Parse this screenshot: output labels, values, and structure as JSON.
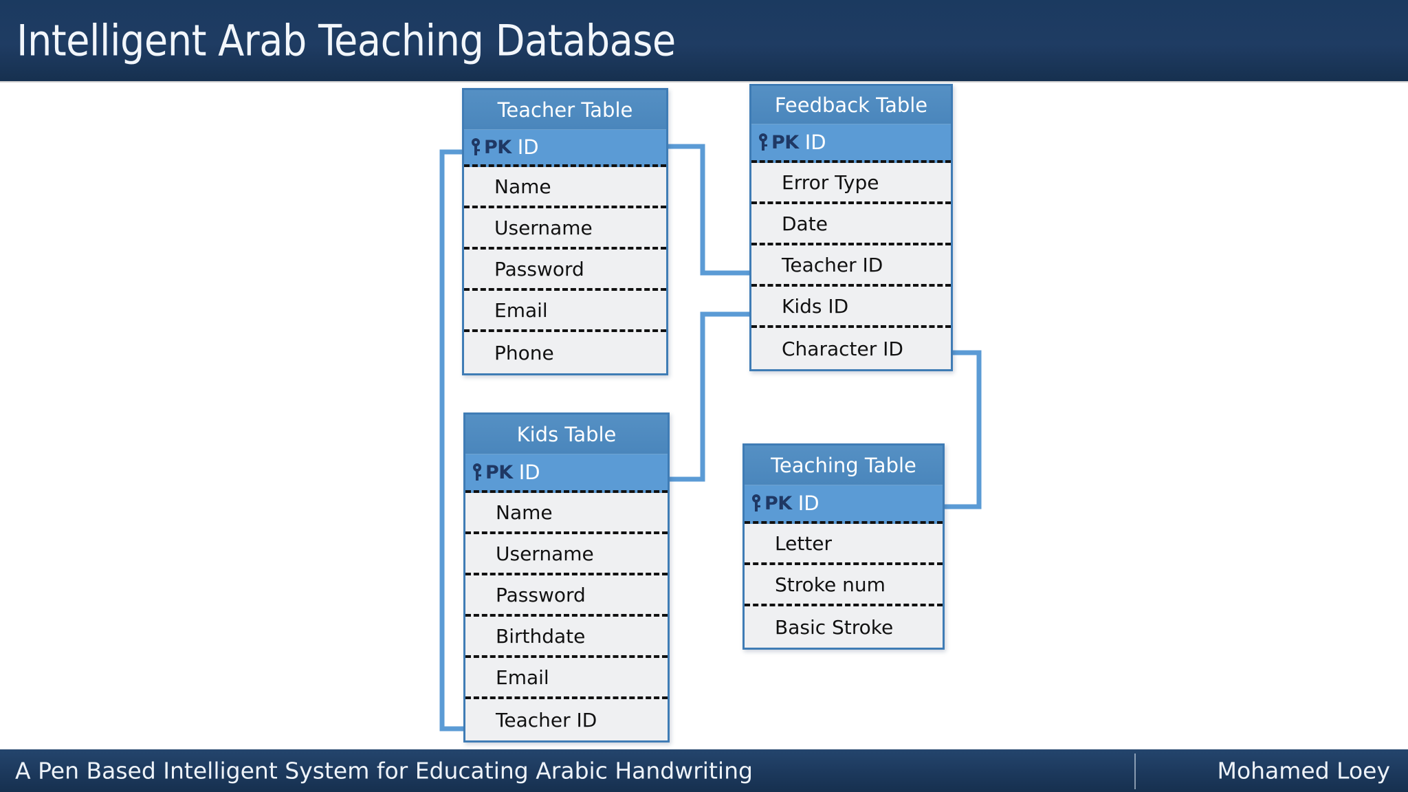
{
  "slide": {
    "title": "Intelligent Arab Teaching Database",
    "footer_left": "A Pen Based Intelligent System for Educating Arabic Handwriting",
    "footer_right": "Mohamed Loey"
  },
  "colors": {
    "title_bar": "#1f3c63",
    "footer_bar": "#1d3a5e",
    "entity_header": "#4a86bc",
    "entity_pk_row": "#5b9bd5",
    "entity_field": "#eff0f2",
    "entity_border": "#3f7cb5",
    "connector": "#5b9bd5",
    "pk_label": "#1f3864"
  },
  "diagram": {
    "type": "entity-relationship",
    "pk_label": "PK",
    "key_icon": "key-icon",
    "tables": [
      {
        "id": "teacher",
        "title": "Teacher Table",
        "pk": "ID",
        "fields": [
          "Name",
          "Username",
          "Password",
          "Email",
          "Phone"
        ]
      },
      {
        "id": "feedback",
        "title": "Feedback Table",
        "pk": "ID",
        "fields": [
          "Error Type",
          "Date",
          "Teacher ID",
          "Kids ID",
          "Character ID"
        ]
      },
      {
        "id": "kids",
        "title": "Kids Table",
        "pk": "ID",
        "fields": [
          "Name",
          "Username",
          "Password",
          "Birthdate",
          "Email",
          "Teacher ID"
        ]
      },
      {
        "id": "teaching",
        "title": "Teaching Table",
        "pk": "ID",
        "fields": [
          "Letter",
          "Stroke num",
          "Basic Stroke"
        ]
      }
    ],
    "relationships": [
      {
        "from": "teacher.ID",
        "to": "feedback.Teacher ID"
      },
      {
        "from": "kids.ID",
        "to": "feedback.Kids ID"
      },
      {
        "from": "teacher.ID",
        "to": "kids.Teacher ID"
      },
      {
        "from": "teaching.ID",
        "to": "feedback.Character ID"
      }
    ]
  }
}
